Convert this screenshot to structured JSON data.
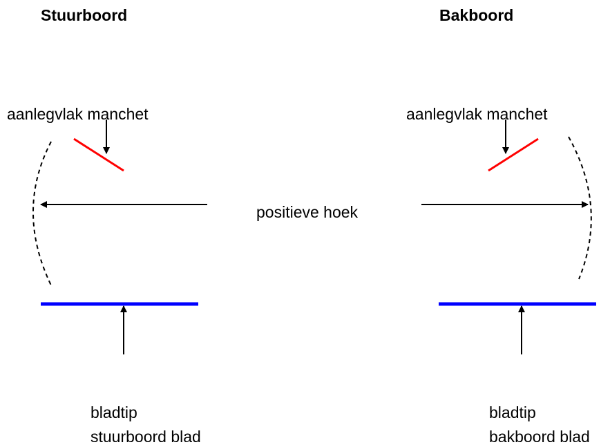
{
  "left": {
    "title": "Stuurboord",
    "surface_label": "aanlegvlak manchet",
    "tip_label_line1": "bladtip",
    "tip_label_line2": "stuurboord blad"
  },
  "right": {
    "title": "Bakboord",
    "surface_label": "aanlegvlak manchet",
    "tip_label_line1": "bladtip",
    "tip_label_line2": "bakboord blad"
  },
  "center_label": "positieve hoek",
  "colors": {
    "surface_line": "#ff0000",
    "blade_line": "#0000ff",
    "arrows": "#000000",
    "arc": "#000000"
  }
}
